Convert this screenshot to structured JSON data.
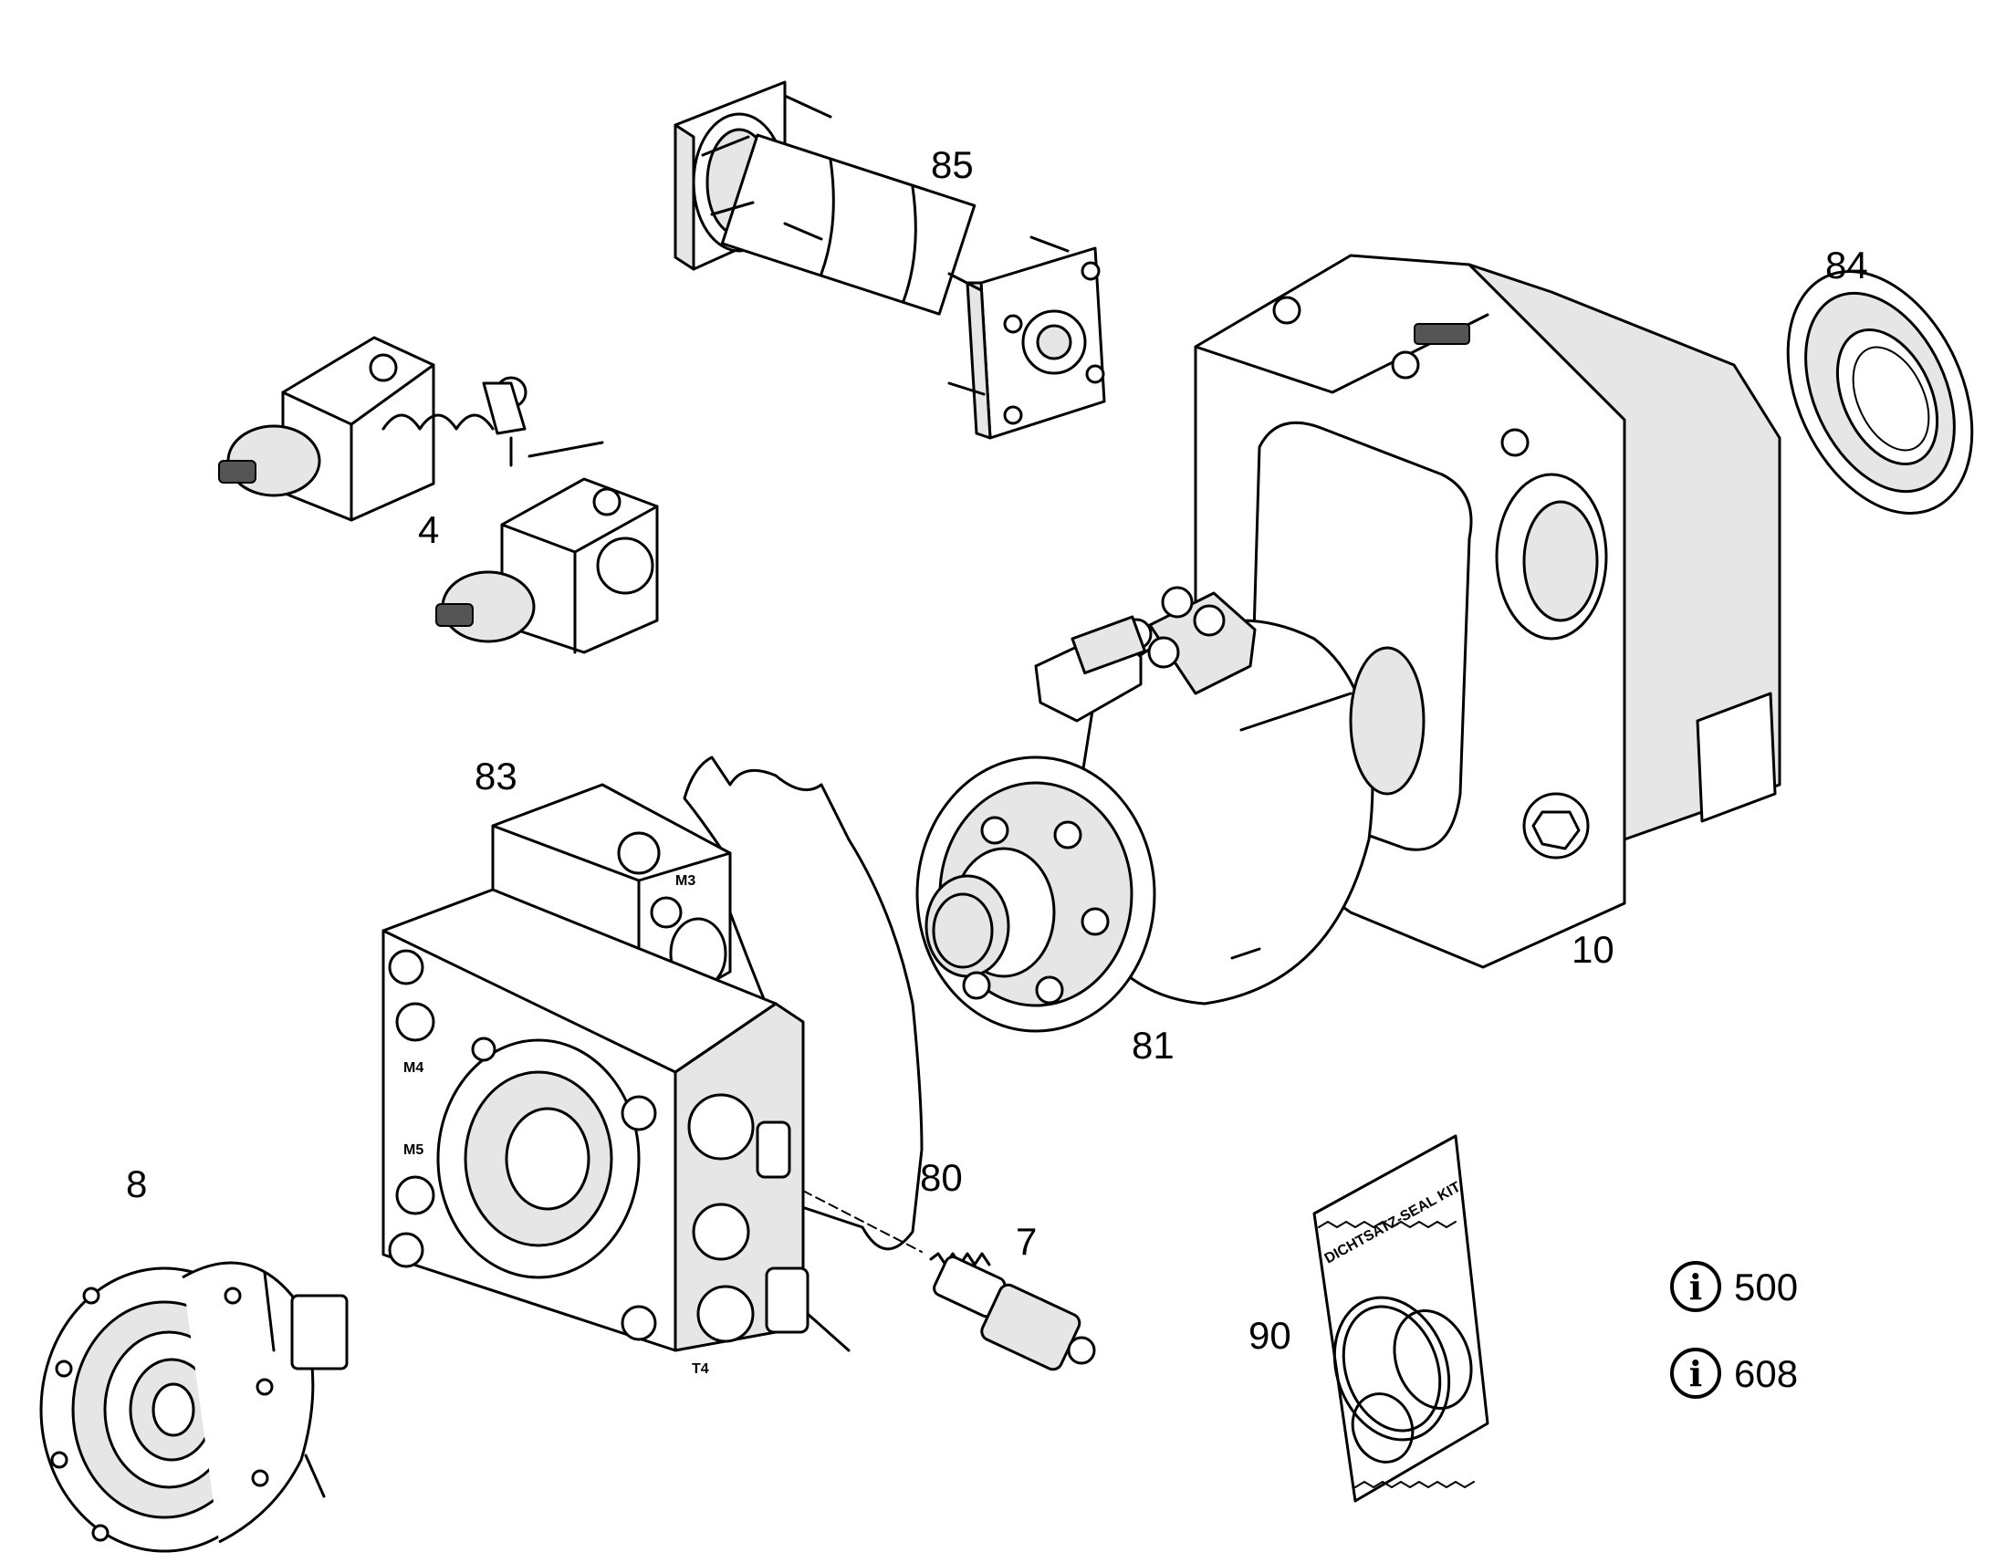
{
  "callouts": [
    {
      "id": "85",
      "text": "85"
    },
    {
      "id": "84",
      "text": "84"
    },
    {
      "id": "4",
      "text": "4"
    },
    {
      "id": "83",
      "text": "83"
    },
    {
      "id": "10",
      "text": "10"
    },
    {
      "id": "81",
      "text": "81"
    },
    {
      "id": "8",
      "text": "8"
    },
    {
      "id": "80",
      "text": "80"
    },
    {
      "id": "7",
      "text": "7"
    },
    {
      "id": "90",
      "text": "90"
    }
  ],
  "info_refs": [
    {
      "text": "500"
    },
    {
      "text": "608"
    }
  ],
  "port_marks": {
    "m4": "M4",
    "m5": "M5",
    "t4": "T4",
    "m3": "M3"
  },
  "seal_kit_text": "DICHTSATZ-SEAL KIT",
  "info_glyph": "i"
}
